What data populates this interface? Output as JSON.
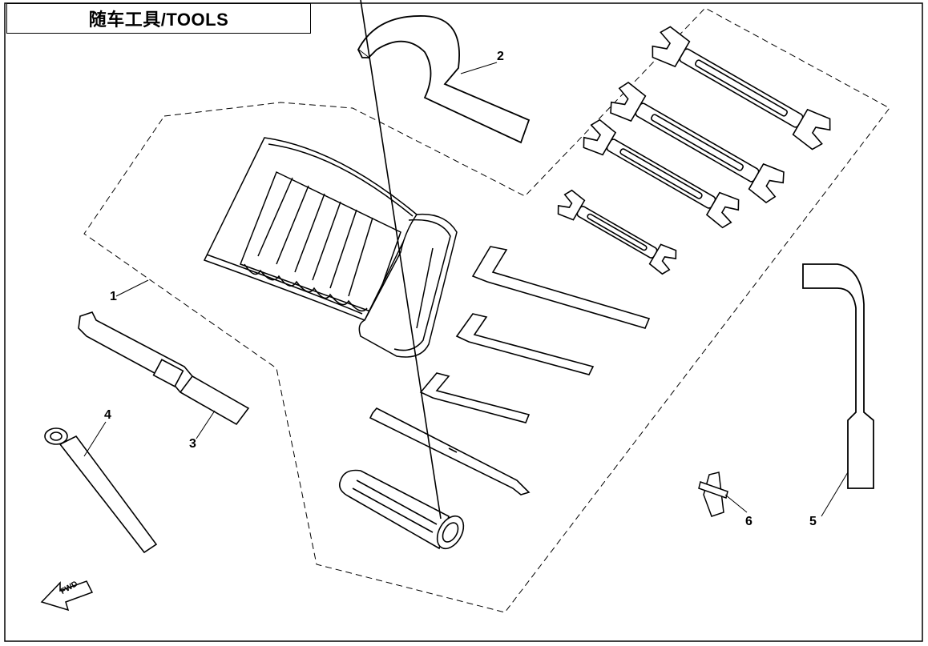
{
  "diagram": {
    "title": "随车工具/TOOLS",
    "callouts": [
      "1",
      "2",
      "3",
      "4",
      "5",
      "6"
    ],
    "fwd_label": "FWD"
  }
}
